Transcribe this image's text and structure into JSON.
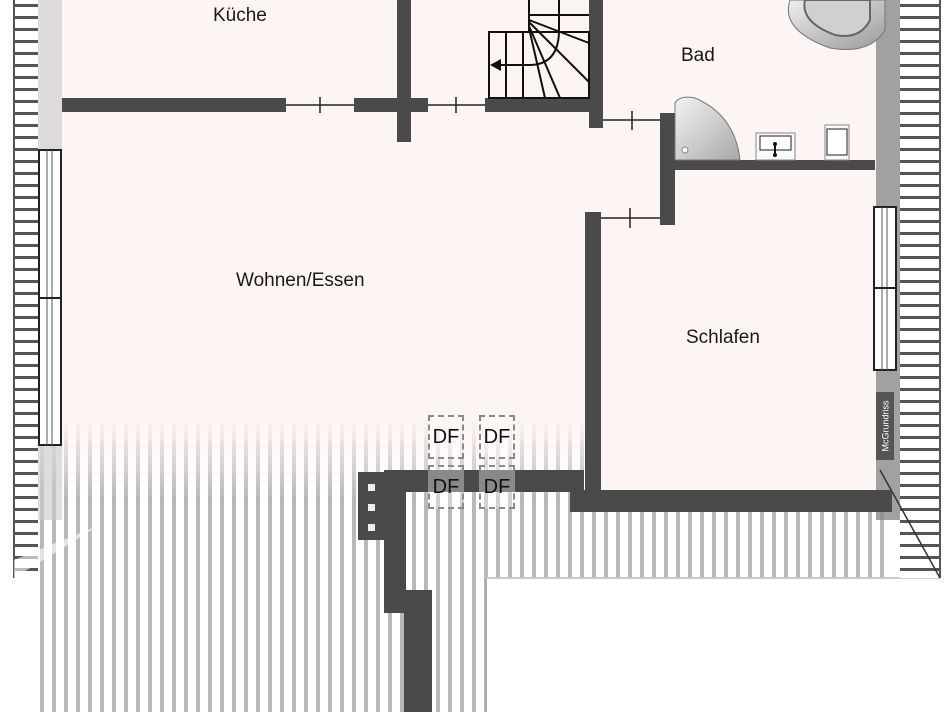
{
  "floorplan": {
    "type": "apartment floor plan (attic level)",
    "background_color": "#fdf5f3",
    "wall_color": "#4a4a4a",
    "rooms": [
      {
        "id": "kueche",
        "label": "Küche"
      },
      {
        "id": "bad",
        "label": "Bad"
      },
      {
        "id": "wohnen-essen",
        "label": "Wohnen/Essen"
      },
      {
        "id": "schlafen",
        "label": "Schlafen"
      }
    ],
    "roof_windows": [
      {
        "label": "DF"
      },
      {
        "label": "DF"
      },
      {
        "label": "DF"
      },
      {
        "label": "DF"
      }
    ],
    "fixtures": [
      "staircase",
      "corner-shower",
      "washbasin",
      "toilet",
      "bathtub"
    ],
    "brand": "McGrundriss"
  }
}
